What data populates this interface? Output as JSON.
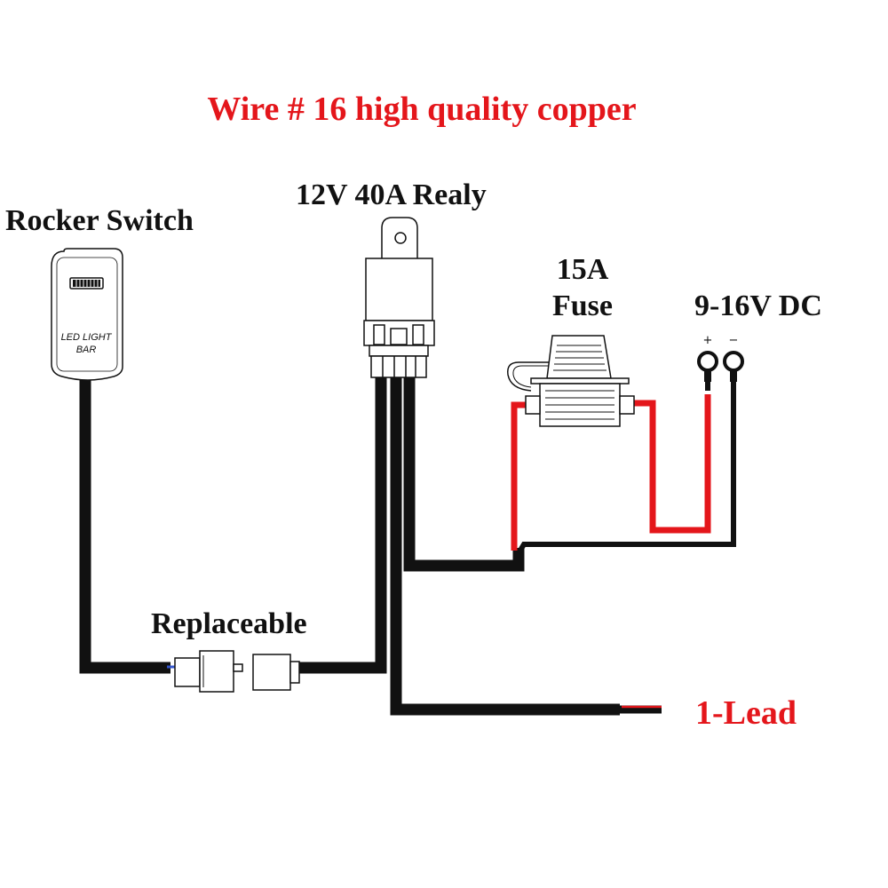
{
  "title": "Wire # 16 high quality copper",
  "labels": {
    "rocker_switch": "Rocker Switch",
    "relay": "12V 40A Realy",
    "fuse_amp": "15A",
    "fuse_word": "Fuse",
    "dc": "9-16V DC",
    "replaceable": "Replaceable",
    "lead": "1-Lead"
  },
  "switch_face": {
    "line1": "LED LIGHT",
    "line2": "BAR"
  },
  "terminals": {
    "plus": "+",
    "minus": "−"
  },
  "colors": {
    "title": "#e4161b",
    "lead_label": "#e4161b",
    "text": "#111111",
    "wire_black": "#111111",
    "wire_red": "#e4161b",
    "outline": "#111111"
  }
}
